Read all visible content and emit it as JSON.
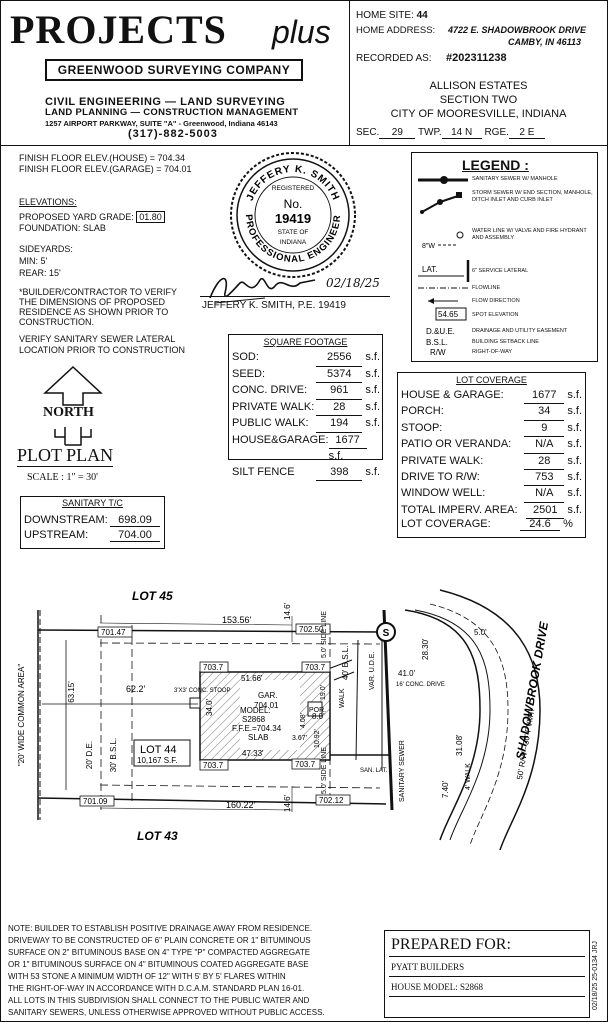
{
  "company": {
    "name_big": "PROJECTS",
    "name_plus": "plus",
    "surveying": "GREENWOOD SURVEYING COMPANY",
    "line1": "CIVIL ENGINEERING — LAND SURVEYING",
    "line2": "LAND PLANNING — CONSTRUCTION MANAGEMENT",
    "line3": "1257 AIRPORT PARKWAY, SUITE \"A\" - Greenwood, Indiana 46143",
    "phone": "(317)-882-5003"
  },
  "header": {
    "home_site_label": "HOME SITE:",
    "home_site": "44",
    "address_label": "HOME ADDRESS:",
    "address1": "4722 E. SHADOWBROOK DRIVE",
    "address2": "CAMBY, IN 46113",
    "recorded_label": "RECORDED AS:",
    "recorded": "#202311238",
    "subdivision1": "ALLISON ESTATES",
    "subdivision2": "SECTION TWO",
    "subdivision3": "CITY OF MOORESVILLE, INDIANA",
    "sec_label": "SEC.",
    "sec": "29",
    "twp_label": "TWP.",
    "twp": "14 N",
    "rge_label": "RGE.",
    "rge": "2 E"
  },
  "elevations": {
    "ffe_house": "FINISH FLOOR ELEV.(HOUSE) = 704.34",
    "ffe_garage": "FINISH FLOOR ELEV.(GARAGE) = 704.01",
    "title": "ELEVATIONS:",
    "yard_grade_label": "PROPOSED YARD GRADE:",
    "yard_grade": "01.80",
    "foundation": "FOUNDATION: SLAB",
    "sideyards": "SIDEYARDS:",
    "min": "MIN: 5'",
    "rear": "REAR: 15'",
    "note1": "*BUILDER/CONTRACTOR TO VERIFY",
    "note2": "THE DIMENSIONS OF PROPOSED",
    "note3": "RESIDENCE AS SHOWN PRIOR TO",
    "note4": "CONSTRUCTION.",
    "note5": "VERIFY SANITARY SEWER LATERAL",
    "note6": "LOCATION PRIOR TO CONSTRUCTION"
  },
  "seal": {
    "top_text": "JEFFERY K. SMITH",
    "registered": "REGISTERED",
    "no_label": "No.",
    "number": "19419",
    "state_of": "STATE OF",
    "state": "INDIANA",
    "bottom_text": "PROFESSIONAL ENGINEER",
    "sig_date": "02/18/25",
    "signer": "JEFFERY K. SMITH, P.E. 19419"
  },
  "legend": {
    "title": "LEGEND :",
    "items": [
      "SANITARY SEWER W/ MANHOLE",
      "STORM SEWER W/ END SECTION, MANHOLE, DITCH INLET AND CURB INLET",
      "WATER LINE W/ VALVE AND FIRE HYDRANT AND ASSEMBLY",
      "6\" SERVICE LATERAL",
      "FLOWLINE",
      "FLOW DIRECTION",
      "SPOT ELEVATION",
      "DRAINAGE AND UTILITY EASEMENT",
      "BUILDING SETBACK LINE",
      "RIGHT-OF-WAY"
    ],
    "sym_water": "8\"W",
    "sym_lat": "LAT.",
    "sym_spot": "54.65",
    "sym_due": "D.&U.E.",
    "sym_bsl": "B.S.L.",
    "sym_rw": "R/W"
  },
  "square_footage": {
    "title": "SQUARE FOOTAGE",
    "rows": [
      {
        "label": "SOD:",
        "value": "2556",
        "unit": "s.f."
      },
      {
        "label": "SEED:",
        "value": "5374",
        "unit": "s.f."
      },
      {
        "label": "CONC. DRIVE:",
        "value": "961",
        "unit": "s.f."
      },
      {
        "label": "PRIVATE WALK:",
        "value": "28",
        "unit": "s.f."
      },
      {
        "label": "PUBLIC WALK:",
        "value": "194",
        "unit": "s.f."
      },
      {
        "label": "HOUSE&GARAGE:",
        "value": "1677",
        "unit": "s.f."
      },
      {
        "label": "SILT FENCE",
        "value": "398",
        "unit": "s.f."
      }
    ]
  },
  "lot_coverage": {
    "title": "LOT COVERAGE",
    "rows": [
      {
        "label": "HOUSE & GARAGE:",
        "value": "1677",
        "unit": "s.f."
      },
      {
        "label": "PORCH:",
        "value": "34",
        "unit": "s.f."
      },
      {
        "label": "STOOP:",
        "value": "9",
        "unit": "s.f."
      },
      {
        "label": "PATIO OR VERANDA:",
        "value": "N/A",
        "unit": "s.f."
      },
      {
        "label": "PRIVATE WALK:",
        "value": "28",
        "unit": "s.f."
      },
      {
        "label": "DRIVE TO R/W:",
        "value": "753",
        "unit": "s.f."
      },
      {
        "label": "WINDOW WELL:",
        "value": "N/A",
        "unit": "s.f."
      },
      {
        "label": "TOTAL IMPERV. AREA:",
        "value": "2501",
        "unit": "s.f."
      }
    ],
    "coverage_label": "LOT COVERAGE:",
    "coverage": "24.6",
    "coverage_unit": "%"
  },
  "north": {
    "label": "NORTH"
  },
  "plot_plan": {
    "title": "PLOT PLAN",
    "scale": "SCALE : 1\" = 30'"
  },
  "sanitary": {
    "title": "SANITARY T/C",
    "downstream_label": "DOWNSTREAM:",
    "downstream": "698.09",
    "upstream_label": "UPSTREAM:",
    "upstream": "704.00"
  },
  "plan": {
    "lot45": "LOT 45",
    "lot43": "LOT 43",
    "lot44": "LOT 44",
    "lot44_area": "10,167 S.F.",
    "common_area": "\"20' WIDE COMMON AREA\"",
    "top_len": "153.56'",
    "bot_len": "160.22'",
    "setback_14_top": "14.6'",
    "setback_14_bot": "14.6'",
    "rear_62": "62.2'",
    "width_63": "63.15'",
    "due_20": "20' D.E.",
    "bsl_30": "30' B.S.L.",
    "e_70147": "701.47",
    "e_70250": "702.50",
    "e_70109": "701.09",
    "e_70212": "702.12",
    "e_7037_tl": "703.7",
    "e_7037_tr": "703.7",
    "e_7037_bl": "703.7",
    "e_7037_br": "703.7",
    "d_5166": "51.66'",
    "d_4733": "47.33'",
    "d_340": "34.0'",
    "d_190": "19.0'",
    "d_80": "8.0'",
    "d_408": "4.08'",
    "d_367": "3.67'",
    "d_1092": "10.92'",
    "gar": "GAR.",
    "gar_elev": "704.01",
    "model_label": "MODEL:",
    "model": "S2868",
    "ffe": "F.F.E.=704.34",
    "slab": "SLAB",
    "stoop": "3'X3' CONC. STOOP",
    "por": "POR.",
    "walk": "WALK",
    "side_line_top": "5.0' SIDE LINE",
    "side_line_bot": "5.0' SIDE LINE",
    "bsl_40": "40' B.S.L.",
    "var_due": "VAR. U.D.E.",
    "drive": "16' CONC. DRIVE",
    "d_410": "41.0'",
    "d_2830": "28.30'",
    "d_3108": "31.08'",
    "d_50": "5.0'",
    "d_740": "7.40'",
    "walk_4": "4' WALK",
    "san_lat": "SAN. LAT.",
    "sanitary_sewer": "SANITARY SEWER",
    "road": "SHADOWBROOK DRIVE",
    "road_rw": "50' R/W - 30' PVMT."
  },
  "notes": {
    "n1": "NOTE: BUILDER TO ESTABLISH POSITIVE DRAINAGE AWAY FROM RESIDENCE.",
    "n2": "DRIVEWAY TO BE CONSTRUCTED OF 6\" PLAIN CONCRETE OR 1\" BITUMINOUS",
    "n3": "SURFACE ON 2\" BITUMINOUS BASE ON 4\" TYPE \"P\" COMPACTED AGGREGATE",
    "n4": "OR 1\" BITUMINOUS SURFACE ON 4\" BITUMINOUS COATED AGGREGATE BASE",
    "n5": "WITH 53 STONE A MINIMUM WIDTH OF 12\" WITH 5' BY 5' FLARES WITHIN",
    "n6": "THE RIGHT-OF-WAY IN ACCORDANCE WITH D.C.A.M. STANDARD PLAN 16-01.",
    "n7": "ALL LOTS IN THIS SUBDIVISION SHALL CONNECT TO THE PUBLIC WATER AND",
    "n8": "SANITARY SEWERS, UNLESS OTHERWISE APPROVED WITHOUT PUBLIC ACCESS."
  },
  "prepared": {
    "title": "PREPARED FOR:",
    "builder": "PYATT BUILDERS",
    "model_label": "HOUSE MODEL:",
    "model": "S2868",
    "side_code": "02/18/25 25-0134 JRJ"
  }
}
